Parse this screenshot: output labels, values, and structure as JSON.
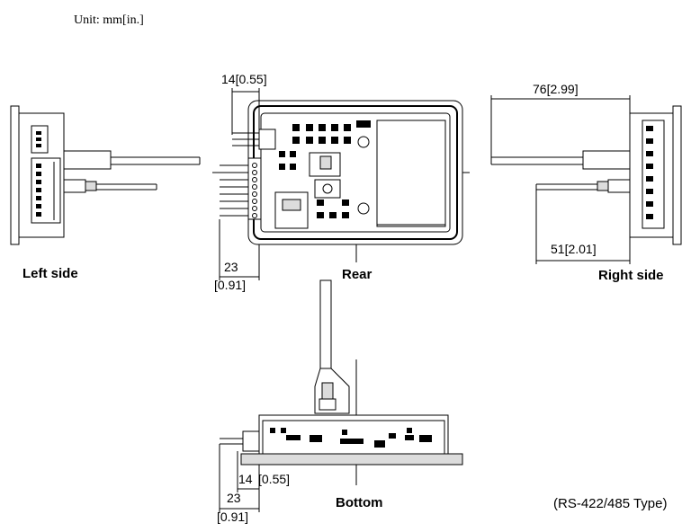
{
  "unit_label": "Unit: mm[in.]",
  "views": {
    "left_side": "Left side",
    "rear": "Rear",
    "right_side": "Right side",
    "bottom": "Bottom"
  },
  "dimensions": {
    "rear_top_width": "14[0.55]",
    "rear_bottom_mm": "23",
    "rear_bottom_in": "[0.91]",
    "right_total_depth": "76[2.99]",
    "right_cable_depth": "51[2.01]",
    "bottom_connector_mm": "14",
    "bottom_connector_in": "[0.55]",
    "bottom_depth_mm": "23",
    "bottom_depth_in": "[0.91]"
  },
  "type_note": "(RS-422/485 Type)"
}
